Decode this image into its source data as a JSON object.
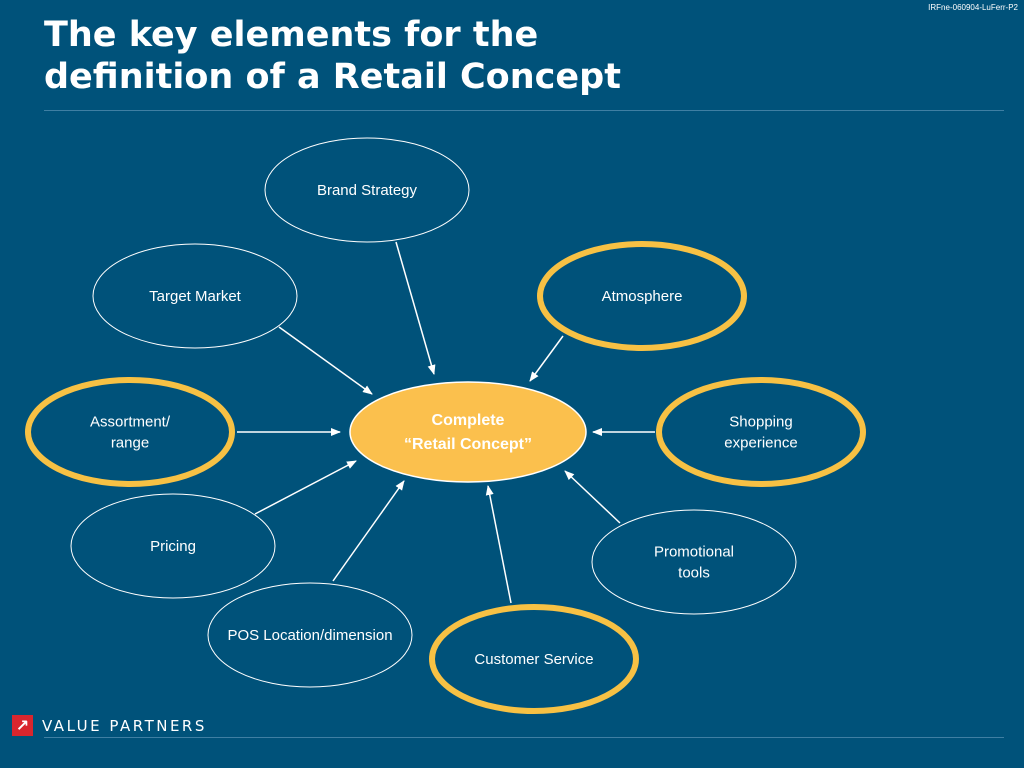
{
  "doc_code": "IRFne-060904-LuFerr-P2",
  "title_lines": [
    "The key elements for the",
    "definition of a Retail Concept"
  ],
  "center": {
    "lines": [
      "Complete",
      "“Retail Concept”"
    ]
  },
  "nodes": [
    {
      "id": "brand-strategy",
      "lines": [
        "Brand Strategy"
      ],
      "highlight": false
    },
    {
      "id": "target-market",
      "lines": [
        "Target Market"
      ],
      "highlight": false
    },
    {
      "id": "atmosphere",
      "lines": [
        "Atmosphere"
      ],
      "highlight": true
    },
    {
      "id": "assortment-range",
      "lines": [
        "Assortment/",
        "range"
      ],
      "highlight": true
    },
    {
      "id": "shopping-experience",
      "lines": [
        "Shopping",
        "experience"
      ],
      "highlight": true
    },
    {
      "id": "pricing",
      "lines": [
        "Pricing"
      ],
      "highlight": false
    },
    {
      "id": "promotional-tools",
      "lines": [
        "Promotional",
        "tools"
      ],
      "highlight": false
    },
    {
      "id": "pos-location-dimension",
      "lines": [
        "POS Location/dimension"
      ],
      "highlight": false
    },
    {
      "id": "customer-service",
      "lines": [
        "Customer Service"
      ],
      "highlight": true
    }
  ],
  "logo": {
    "mark": "↗",
    "text": "VALUE PARTNERS"
  },
  "colors": {
    "background": "#00527a",
    "highlight_ring": "#f7c144",
    "center_fill": "#fbc04d",
    "outline": "#ffffff"
  }
}
